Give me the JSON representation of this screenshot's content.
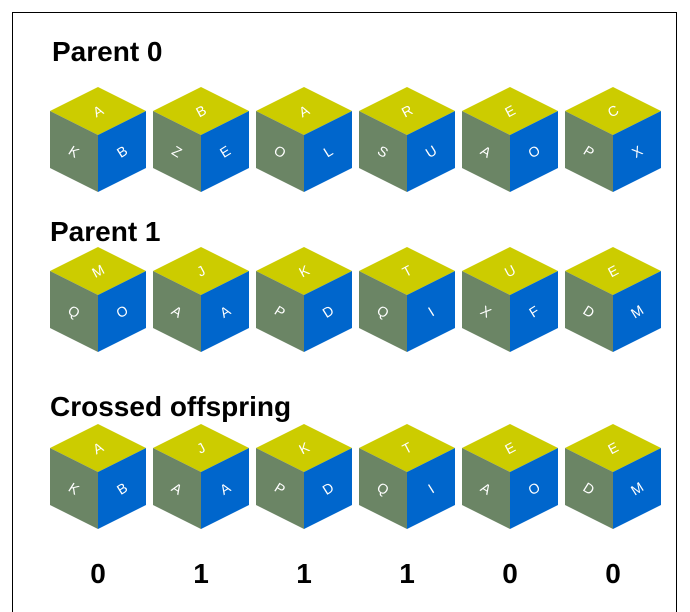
{
  "rows": [
    {
      "title": "Parent 0",
      "cubes": [
        {
          "top": "A",
          "left": "K",
          "right": "B"
        },
        {
          "top": "B",
          "left": "Z",
          "right": "E"
        },
        {
          "top": "A",
          "left": "O",
          "right": "L"
        },
        {
          "top": "R",
          "left": "S",
          "right": "U"
        },
        {
          "top": "E",
          "left": "A",
          "right": "O"
        },
        {
          "top": "C",
          "left": "P",
          "right": "X"
        }
      ]
    },
    {
      "title": "Parent 1",
      "cubes": [
        {
          "top": "M",
          "left": "Q",
          "right": "O"
        },
        {
          "top": "J",
          "left": "A",
          "right": "A"
        },
        {
          "top": "K",
          "left": "P",
          "right": "D"
        },
        {
          "top": "T",
          "left": "Q",
          "right": "I"
        },
        {
          "top": "U",
          "left": "X",
          "right": "F"
        },
        {
          "top": "E",
          "left": "D",
          "right": "M"
        }
      ]
    },
    {
      "title": "Crossed offspring",
      "cubes": [
        {
          "top": "A",
          "left": "K",
          "right": "B"
        },
        {
          "top": "J",
          "left": "A",
          "right": "A"
        },
        {
          "top": "K",
          "left": "P",
          "right": "D"
        },
        {
          "top": "T",
          "left": "Q",
          "right": "I"
        },
        {
          "top": "E",
          "left": "A",
          "right": "O"
        },
        {
          "top": "E",
          "left": "D",
          "right": "M"
        }
      ]
    }
  ],
  "crossover_mask": [
    "0",
    "1",
    "1",
    "1",
    "0",
    "0"
  ],
  "colors": {
    "top_face": "#cccc00",
    "left_face": "#6b8565",
    "right_face": "#0066cc",
    "face_text": "#ffffff"
  }
}
